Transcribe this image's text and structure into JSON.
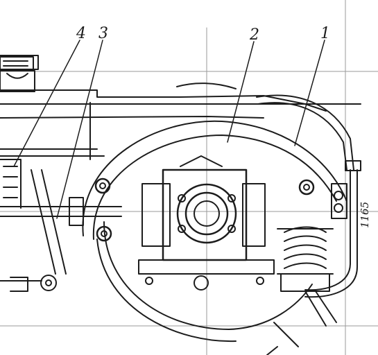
{
  "figure_number": "1165",
  "callouts": [
    {
      "id": "1",
      "label": "1"
    },
    {
      "id": "2",
      "label": "2"
    },
    {
      "id": "3",
      "label": "3"
    },
    {
      "id": "4",
      "label": "4"
    }
  ]
}
